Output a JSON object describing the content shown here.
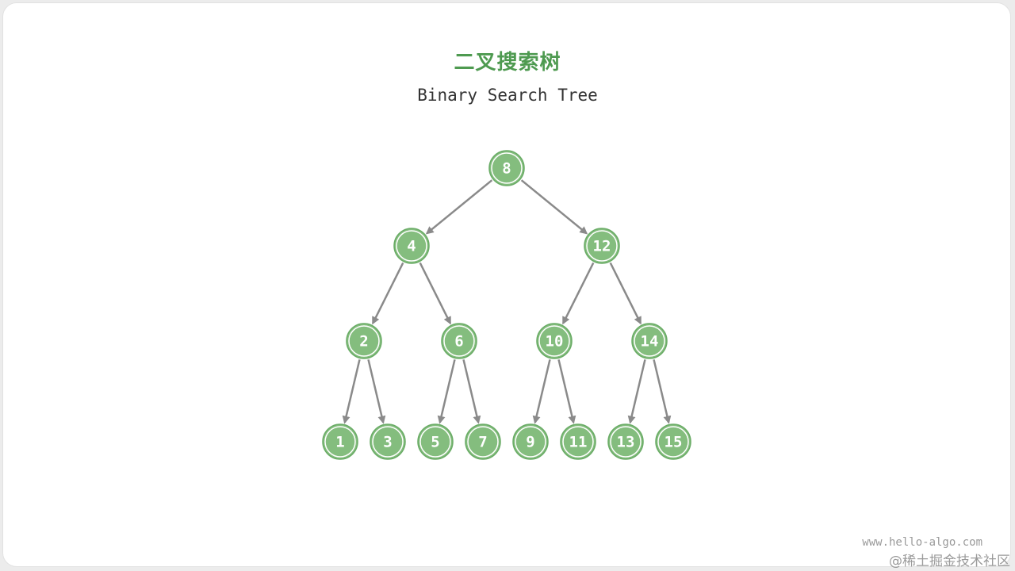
{
  "title": "二叉搜索树",
  "subtitle": "Binary Search Tree",
  "colors": {
    "node_fill": "#84bd7e",
    "node_stroke": "#6aac66",
    "edge": "#8a8a8a",
    "title": "#4e9a50"
  },
  "tree": {
    "root": "8",
    "nodes": [
      "8",
      "4",
      "12",
      "2",
      "6",
      "10",
      "14",
      "1",
      "3",
      "5",
      "7",
      "9",
      "11",
      "13",
      "15"
    ],
    "edges": [
      [
        "8",
        "4"
      ],
      [
        "8",
        "12"
      ],
      [
        "4",
        "2"
      ],
      [
        "4",
        "6"
      ],
      [
        "12",
        "10"
      ],
      [
        "12",
        "14"
      ],
      [
        "2",
        "1"
      ],
      [
        "2",
        "3"
      ],
      [
        "6",
        "5"
      ],
      [
        "6",
        "7"
      ],
      [
        "10",
        "9"
      ],
      [
        "10",
        "11"
      ],
      [
        "14",
        "13"
      ],
      [
        "14",
        "15"
      ]
    ]
  },
  "watermark": {
    "url": "www.hello-algo.com",
    "source": "@稀土掘金技术社区"
  }
}
